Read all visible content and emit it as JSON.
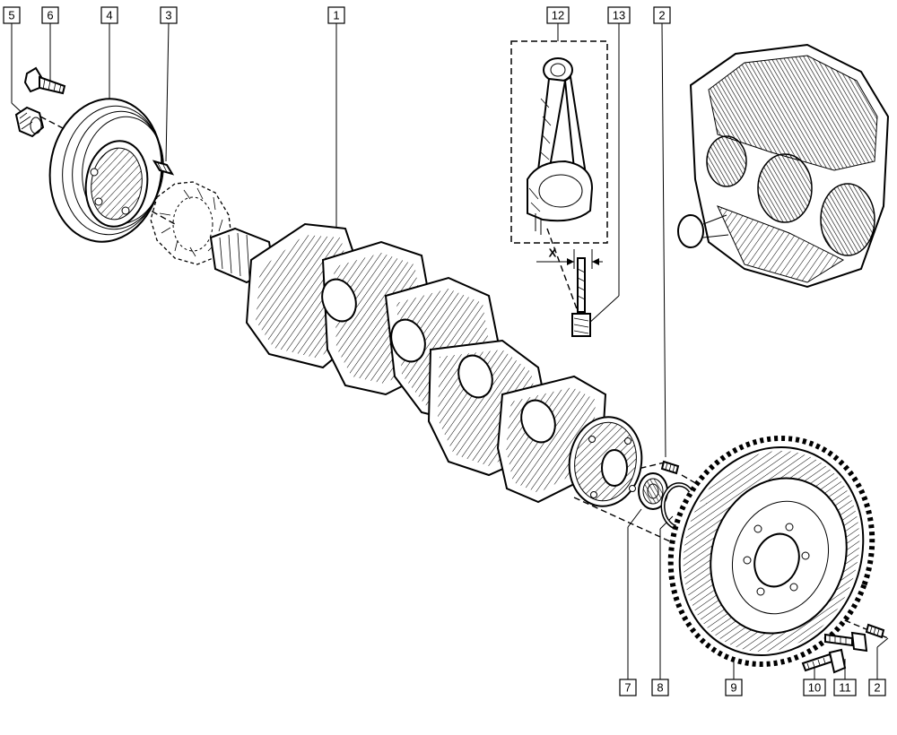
{
  "diagram": {
    "callouts": [
      "5",
      "6",
      "4",
      "3",
      "1",
      "12",
      "13",
      "2",
      "7",
      "8",
      "9",
      "10",
      "11",
      "2"
    ],
    "dimension_label": "X"
  }
}
